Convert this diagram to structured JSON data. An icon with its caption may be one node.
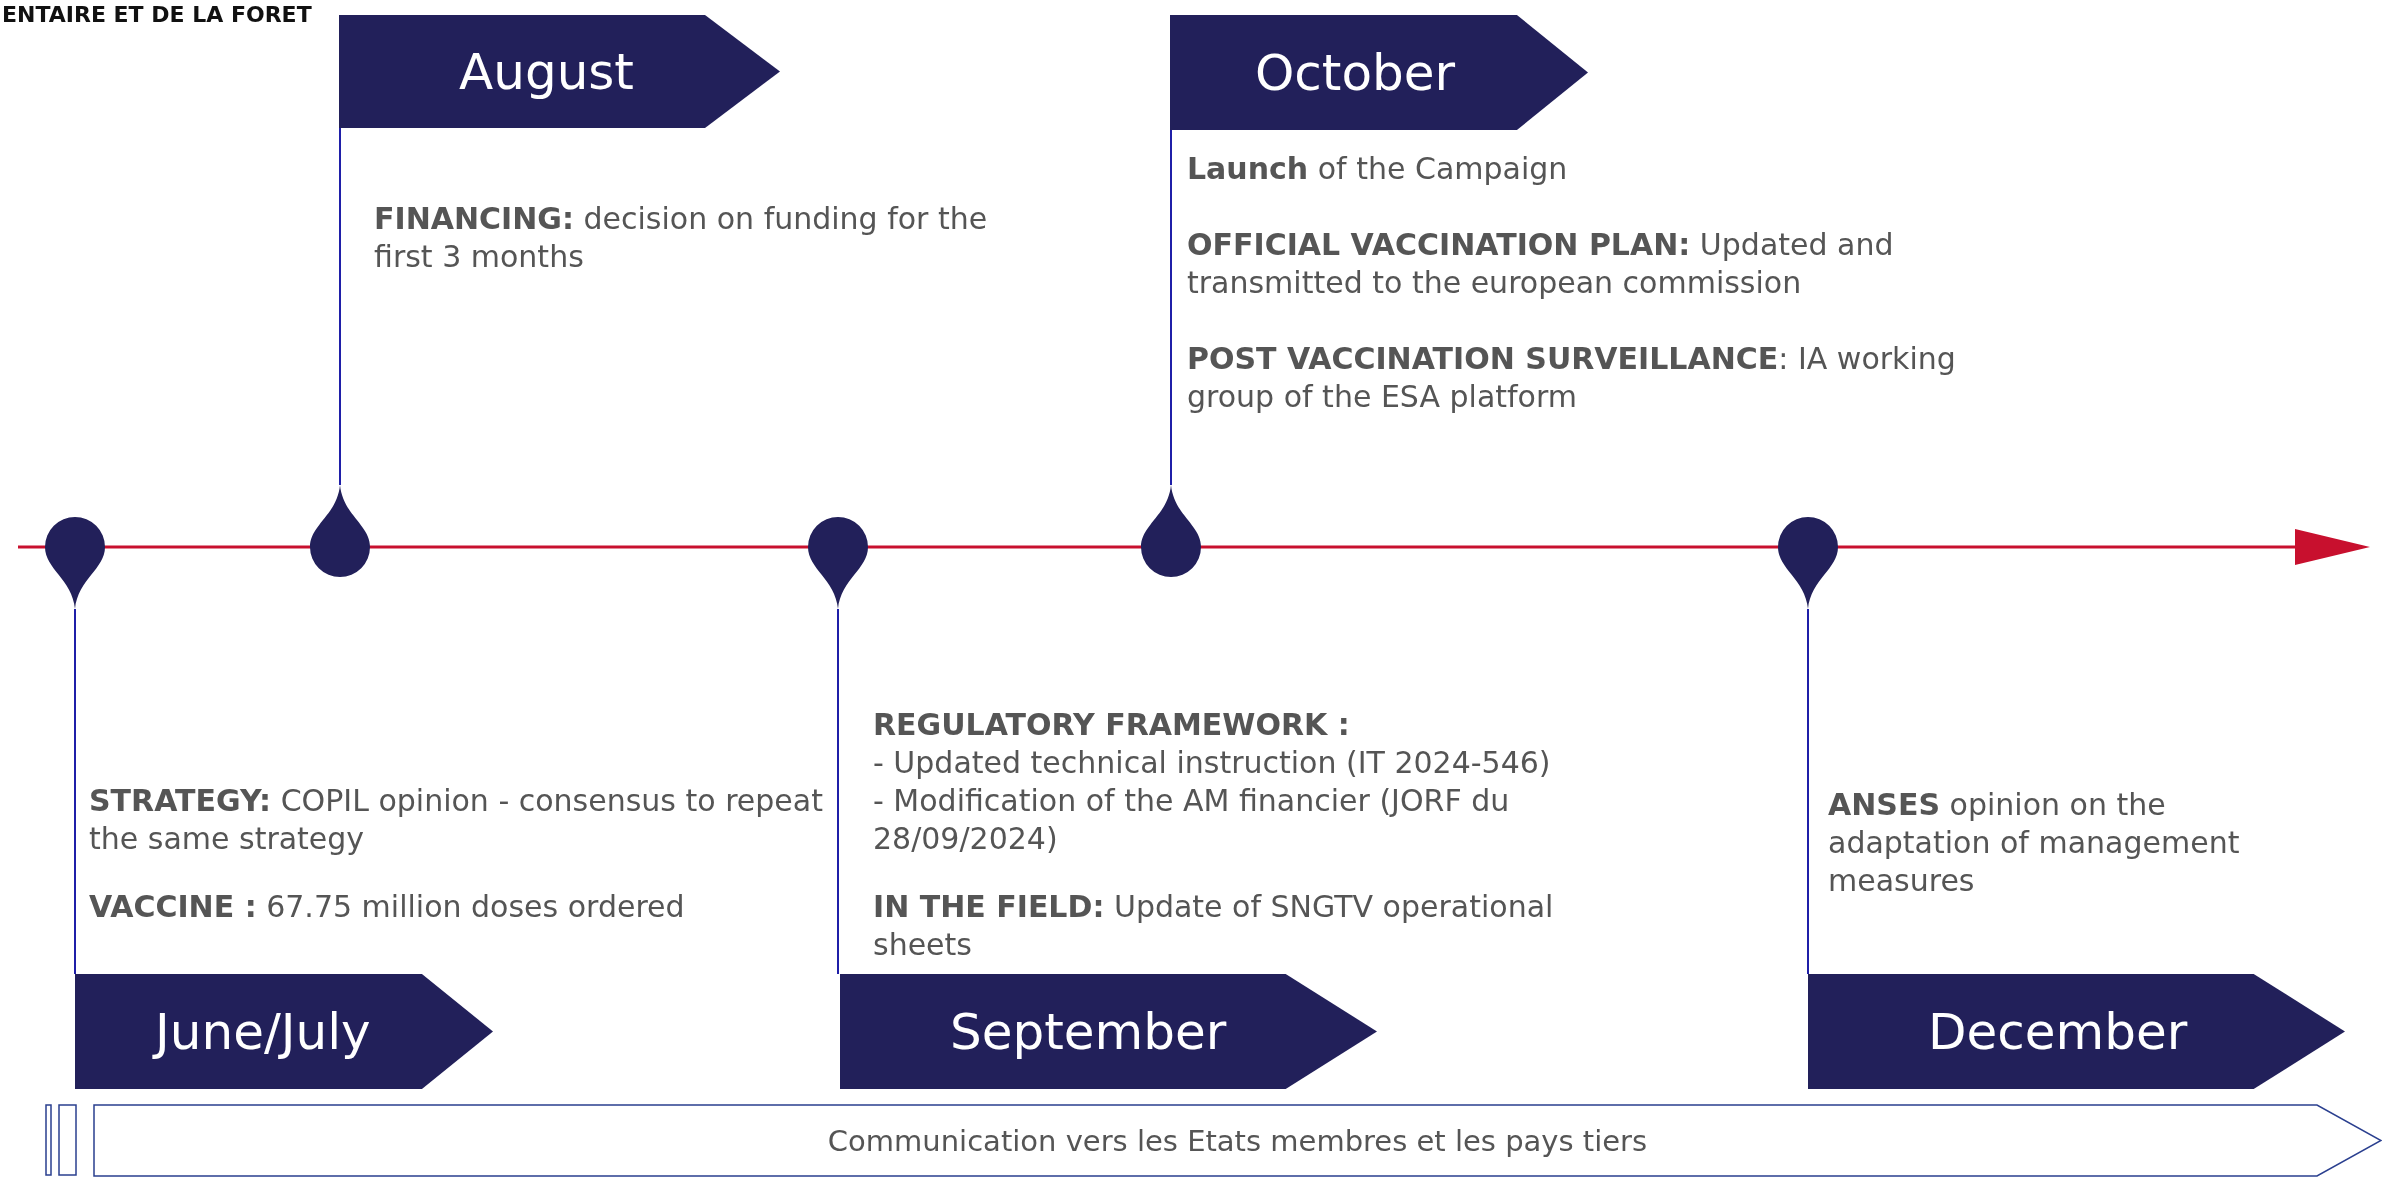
{
  "diagram": {
    "nodes": [
      {
        "text": [
          "June/July"
        ],
        "beside": [
          "**STRATEGY:** COPIL opinion - consensus to repeat the same strategy",
          "**VACCINE :** 67.75 million doses ordered"
        ]
      },
      {
        "text": [
          "August"
        ],
        "beside": [
          "**FINANCING:** decision on funding for the first 3 months"
        ]
      },
      {
        "text": [
          "September"
        ],
        "beside": [
          "REGULATORY FRAMEWORK :",
          "- Updated technical instruction (IT 2024-546)",
          "- Modification of the AM financier (JORF du 28/09/2024)",
          "**IN THE FIELD:** Update of SNGTV operational sheets"
        ]
      },
      {
        "text": [
          "October"
        ],
        "beside": [
          "**Launch** of the Campaign",
          "**OFFICIAL VACCINATION PLAN:** Updated and transmitted to the european commission",
          "**POST VACCINATION SURVEILLANCE**: IA working group of the ESA platform"
        ]
      },
      {
        "text": [
          "December"
        ],
        "beside": [
          "**ANSES** opinion on the adaptation of management measures"
        ]
      },
      {
        "text": [],
        "shape": "circle"
      },
      {
        "text": [],
        "shape": "circle"
      },
      {
        "text": [],
        "shape": "circle"
      },
      {
        "text": [],
        "shape": "circle"
      },
      {
        "text": [],
        "shape": "circle"
      },
      {
        "text": [
          "Communication vers les Etats membres et les pays tiers"
        ]
      }
    ],
    "edges": [
      {
        "from": 5,
        "to": 0,
        "arrow": "none"
      },
      {
        "from": 6,
        "to": 1,
        "arrow": "none"
      },
      {
        "from": 7,
        "to": 2,
        "arrow": "none"
      },
      {
        "from": 8,
        "to": 3,
        "arrow": "none"
      },
      {
        "from": 9,
        "to": 4,
        "arrow": "none"
      }
    ],
    "labels": [
      "ENTAIRE ET DE LA FORET"
    ]
  }
}
